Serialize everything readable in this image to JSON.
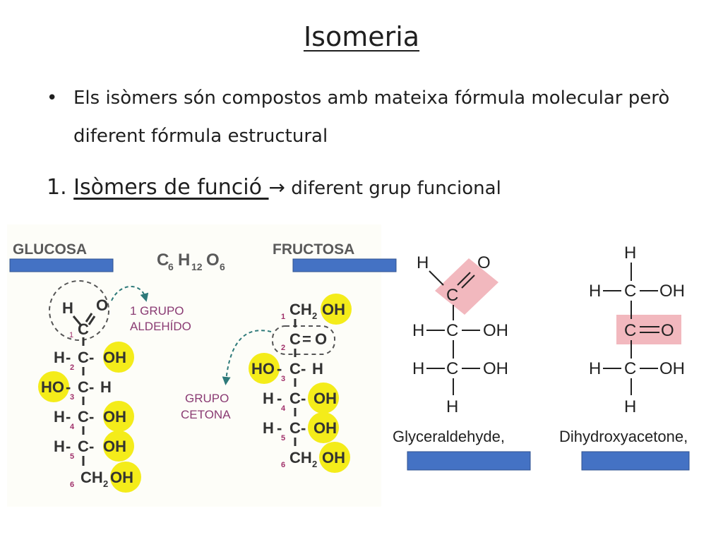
{
  "slide": {
    "title": "Isomeria",
    "bullet": "Els isòmers són compostos amb mateixa  fórmula molecular però diferent fórmula estructural",
    "numbered_item": {
      "number": "1.",
      "heading": "Isòmers de funció ",
      "arrow": "→",
      "description": " diferent grup funcional"
    }
  },
  "diagram": {
    "glucose_label": "GLUCOSA",
    "formula": {
      "c": "C",
      "c_sub": "6",
      "h": "H",
      "h_sub": "12",
      "o": "O",
      "o_sub": "6"
    },
    "fructose_label": "FRUCTOSA",
    "aldehyde_annotation": [
      "1 GRUPO",
      "ALDEHÍDO"
    ],
    "ketone_annotation": [
      "GRUPO",
      "CETONA"
    ],
    "glyceraldehyde_label": "Glyceraldehyde,",
    "dihydroxyacetone_label": "Dihydroxyacetone,",
    "colors": {
      "highlight_yellow": "#f4ec1a",
      "box_blue": "#4472c4",
      "pink": "#f2b8be",
      "annotation_purple": "#8a3b73"
    }
  }
}
